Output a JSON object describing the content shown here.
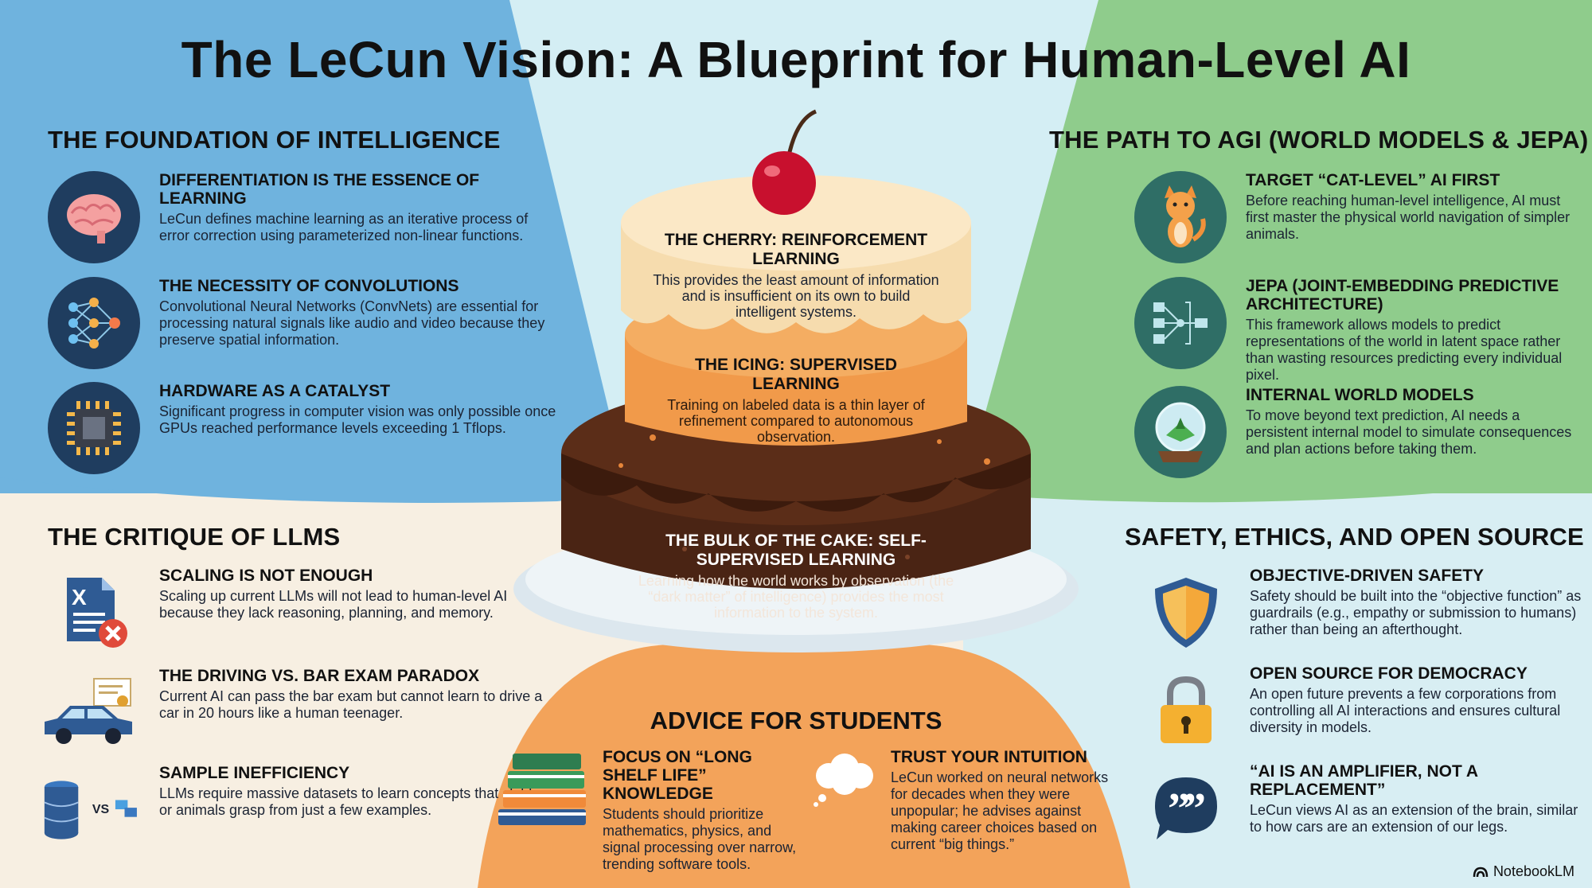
{
  "title": "The LeCun Vision: A Blueprint for Human-Level AI",
  "sections": {
    "foundation": {
      "title": "THE FOUNDATION OF INTELLIGENCE",
      "items": [
        {
          "title": "DIFFERENTIATION IS THE ESSENCE OF LEARNING",
          "desc": "LeCun defines machine learning as an iterative process of error correction using parameterized non-linear functions.",
          "icon": "brain-icon"
        },
        {
          "title": "THE NECESSITY OF CONVOLUTIONS",
          "desc": "Convolutional Neural Networks (ConvNets) are essential for processing natural signals like audio and video because they preserve spatial information.",
          "icon": "neural-network-icon"
        },
        {
          "title": "HARDWARE AS A CATALYST",
          "desc": "Significant progress in computer vision was only possible once GPUs reached performance levels exceeding 1 Tflops.",
          "icon": "chip-icon"
        }
      ]
    },
    "agi": {
      "title": "THE PATH TO AGI (WORLD MODELS & JEPA)",
      "items": [
        {
          "title": "TARGET “CAT-LEVEL” AI FIRST",
          "desc": "Before reaching human-level intelligence, AI must first master the physical world navigation of simpler animals.",
          "icon": "cat-icon"
        },
        {
          "title": "JEPA (JOINT-EMBEDDING PREDICTIVE ARCHITECTURE)",
          "desc": "This framework allows models to predict representations of the world in latent space rather than wasting resources predicting every individual pixel.",
          "icon": "architecture-icon"
        },
        {
          "title": "INTERNAL WORLD MODELS",
          "desc": "To move beyond text prediction, AI needs a persistent internal model to simulate consequences and plan actions before taking them.",
          "icon": "snow-globe-icon"
        }
      ]
    },
    "llm": {
      "title": "THE CRITIQUE OF LLMS",
      "items": [
        {
          "title": "SCALING IS NOT ENOUGH",
          "desc": "Scaling up current LLMs will not lead to human-level AI because they lack reasoning, planning, and memory.",
          "icon": "document-x-icon"
        },
        {
          "title": "THE DRIVING VS. BAR EXAM PARADOX",
          "desc": "Current AI can pass the bar exam but cannot learn to drive a car in 20 hours like a human teenager.",
          "icon": "car-certificate-icon"
        },
        {
          "title": "SAMPLE INEFFICIENCY",
          "desc": "LLMs require massive datasets to learn concepts that children or animals grasp from just a few examples.",
          "icon": "database-vs-icon",
          "vs_label": "VS"
        }
      ]
    },
    "safety": {
      "title": "SAFETY, ETHICS, AND OPEN SOURCE",
      "items": [
        {
          "title": "OBJECTIVE-DRIVEN SAFETY",
          "desc": "Safety should be built into the “objective function” as guardrails (e.g., empathy or submission to humans) rather than being an afterthought.",
          "icon": "shield-icon"
        },
        {
          "title": "OPEN SOURCE FOR DEMOCRACY",
          "desc": "An open future prevents a few corporations from controlling all AI interactions and ensures cultural diversity in models.",
          "icon": "lock-icon"
        },
        {
          "title": "“AI IS AN AMPLIFIER, NOT A REPLACEMENT”",
          "desc": "LeCun views AI as an extension of the brain, similar to how cars are an extension of our legs.",
          "icon": "quote-icon"
        }
      ]
    }
  },
  "cake": {
    "cherry": {
      "title": "THE CHERRY: REINFORCEMENT LEARNING",
      "desc": "This provides the least amount of information and is insufficient on its own to build intelligent systems."
    },
    "icing": {
      "title": "THE ICING: SUPERVISED LEARNING",
      "desc": "Training on labeled data is a thin layer of refinement compared to autonomous observation."
    },
    "bulk": {
      "title": "THE BULK OF THE CAKE: SELF-SUPERVISED LEARNING",
      "desc": "Learning how the world works by observation (the “dark matter” of intelligence) provides the most information to the system."
    }
  },
  "advice": {
    "title": "ADVICE FOR STUDENTS",
    "items": [
      {
        "title": "FOCUS ON “LONG SHELF LIFE” KNOWLEDGE",
        "desc": "Students should prioritize mathematics, physics, and signal processing over narrow, trending software tools.",
        "icon": "books-icon"
      },
      {
        "title": "TRUST YOUR INTUITION",
        "desc": "LeCun worked on neural networks for decades when they were unpopular; he advises against making career choices based on current “big things.”",
        "icon": "thought-cloud-icon"
      }
    ]
  },
  "brand": "NotebookLM",
  "colors": {
    "blue_panel": "#6fb3de",
    "green_panel": "#8fcc8c",
    "light_panel": "#d4eef4",
    "orange_panel": "#f3a35a",
    "cream_panel": "#f7efe2",
    "chocolate": "#4a2414",
    "navy": "#1f3d5f"
  }
}
